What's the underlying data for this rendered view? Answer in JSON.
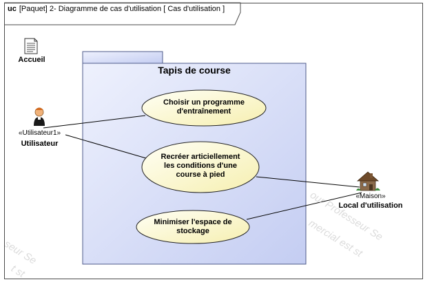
{
  "frame": {
    "keyword": "uc",
    "title": "[Paquet] 2- Diagramme de cas d'utilisation [ Cas d'utilisation ]"
  },
  "accueil": {
    "label": "Accueil",
    "icon": "document-icon"
  },
  "system": {
    "name": "Tapis de course"
  },
  "actors": {
    "user": {
      "stereotype": "«Utilisateur1»",
      "name": "Utilisateur",
      "icon": "person-icon"
    },
    "local": {
      "stereotype": "«Maison»",
      "name": "Local d'utilisation",
      "icon": "house-icon"
    }
  },
  "use_cases": [
    {
      "line1": "Choisir un programme",
      "line2": "d'entraînement",
      "line3": ""
    },
    {
      "line1": "Recréer articiellement",
      "line2": "les conditions d'une",
      "line3": "course à pied"
    },
    {
      "line1": "Minimiser l'espace de",
      "line2": "stockage",
      "line3": ""
    }
  ],
  "watermark": {
    "left": "seur Se",
    "left2": "t st",
    "right1": "our Professeur Se",
    "right2": "mercial est st"
  },
  "colors": {
    "package_fill_start": "#eef1fd",
    "package_fill_end": "#c4cdf2",
    "package_stroke": "#4d5a8a",
    "usecase_fill_start": "#fffff5",
    "usecase_fill_end": "#f6efb0",
    "usecase_stroke": "#222222",
    "line": "#000000"
  }
}
